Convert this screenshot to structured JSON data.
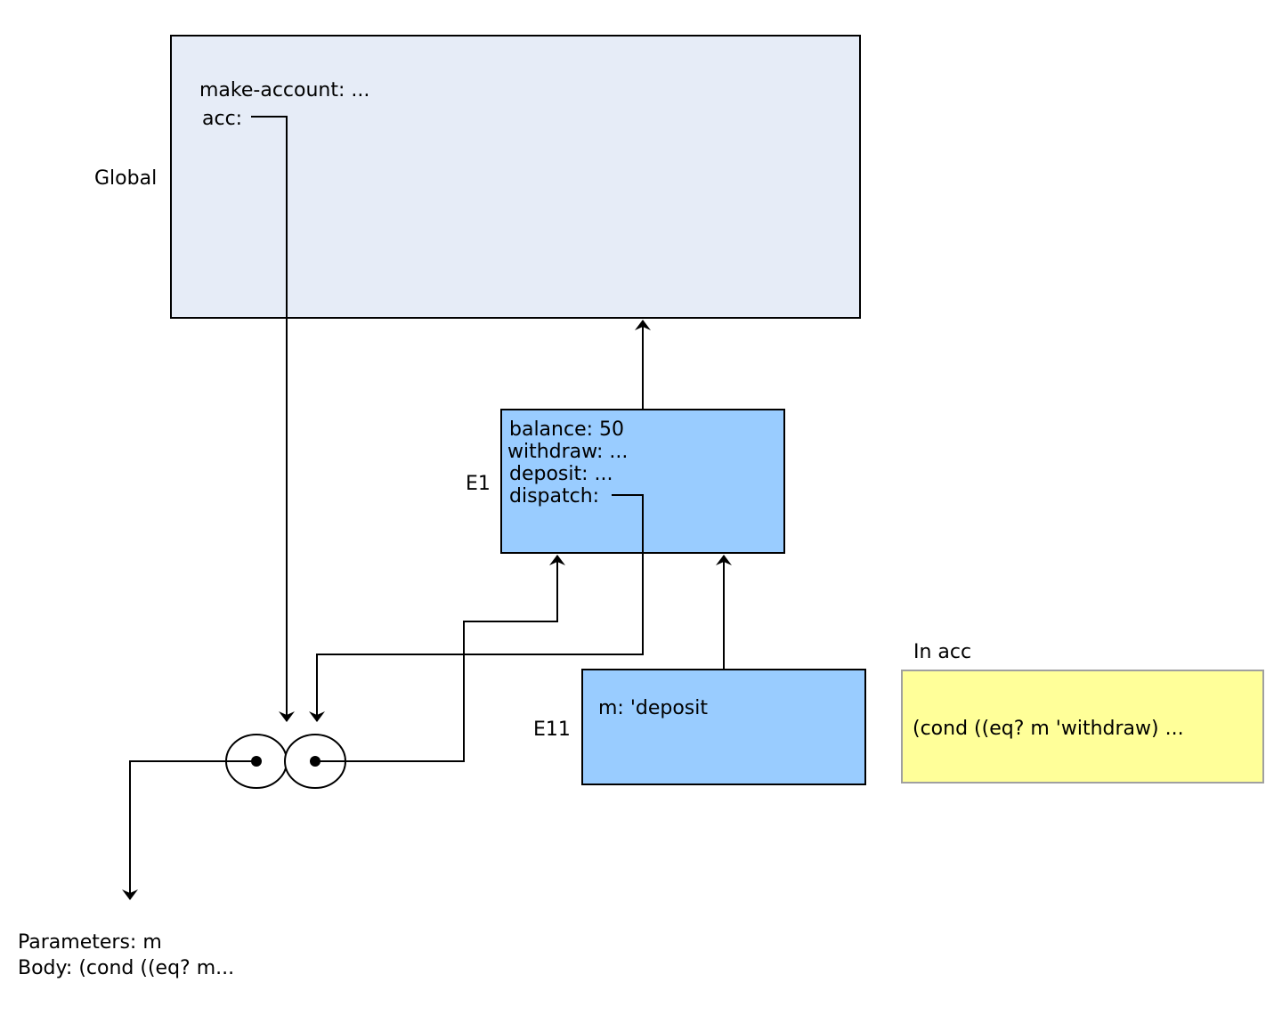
{
  "global_frame": {
    "label": "Global",
    "bindings": [
      "make-account: ...",
      "acc:"
    ],
    "fill": "#e6ecf7"
  },
  "e1_frame": {
    "label": "E1",
    "bindings": [
      "balance: 50",
      "withdraw: ...",
      "deposit: ...",
      "dispatch:"
    ],
    "fill": "#99ccff"
  },
  "e11_frame": {
    "label": "E11",
    "bindings": [
      "m: 'deposit"
    ],
    "fill": "#99ccff"
  },
  "code_box": {
    "label": "In acc",
    "text": "(cond ((eq? m 'withdraw) ...",
    "fill": "#ffff99"
  },
  "procedure": {
    "parameters_line": "Parameters: m",
    "body_line": "Body: (cond ((eq? m..."
  }
}
